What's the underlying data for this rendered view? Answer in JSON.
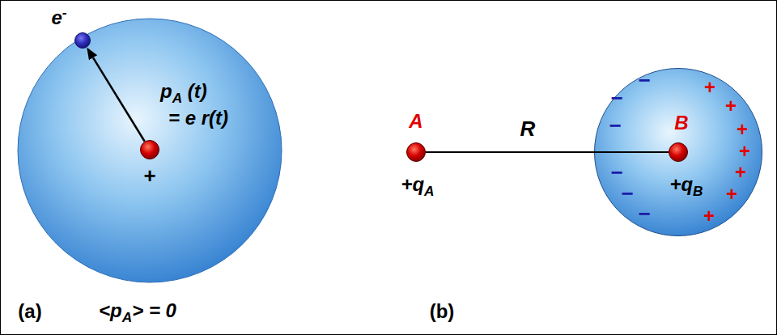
{
  "diagram": {
    "nodes": [
      {
        "text": [
          "e-"
        ]
      },
      {
        "text": [
          "+"
        ]
      },
      {
        "text": [
          "A",
          "+qA"
        ]
      },
      {
        "text": [
          "−",
          "−",
          "−",
          "−",
          "−",
          "−",
          "+",
          "+",
          "+",
          "+",
          "+",
          "+",
          "+"
        ]
      },
      {
        "text": [
          "B",
          "+qB"
        ],
        "in": 3
      }
    ],
    "edges": [
      {
        "from": 1,
        "to": 0,
        "arrow": "to",
        "label": "pA (t) = e r(t)"
      },
      {
        "from": 2,
        "to": 4,
        "arrow": "none",
        "label": "R"
      }
    ],
    "labels": [
      "(a)",
      "<pA> = 0",
      "(b)"
    ]
  }
}
